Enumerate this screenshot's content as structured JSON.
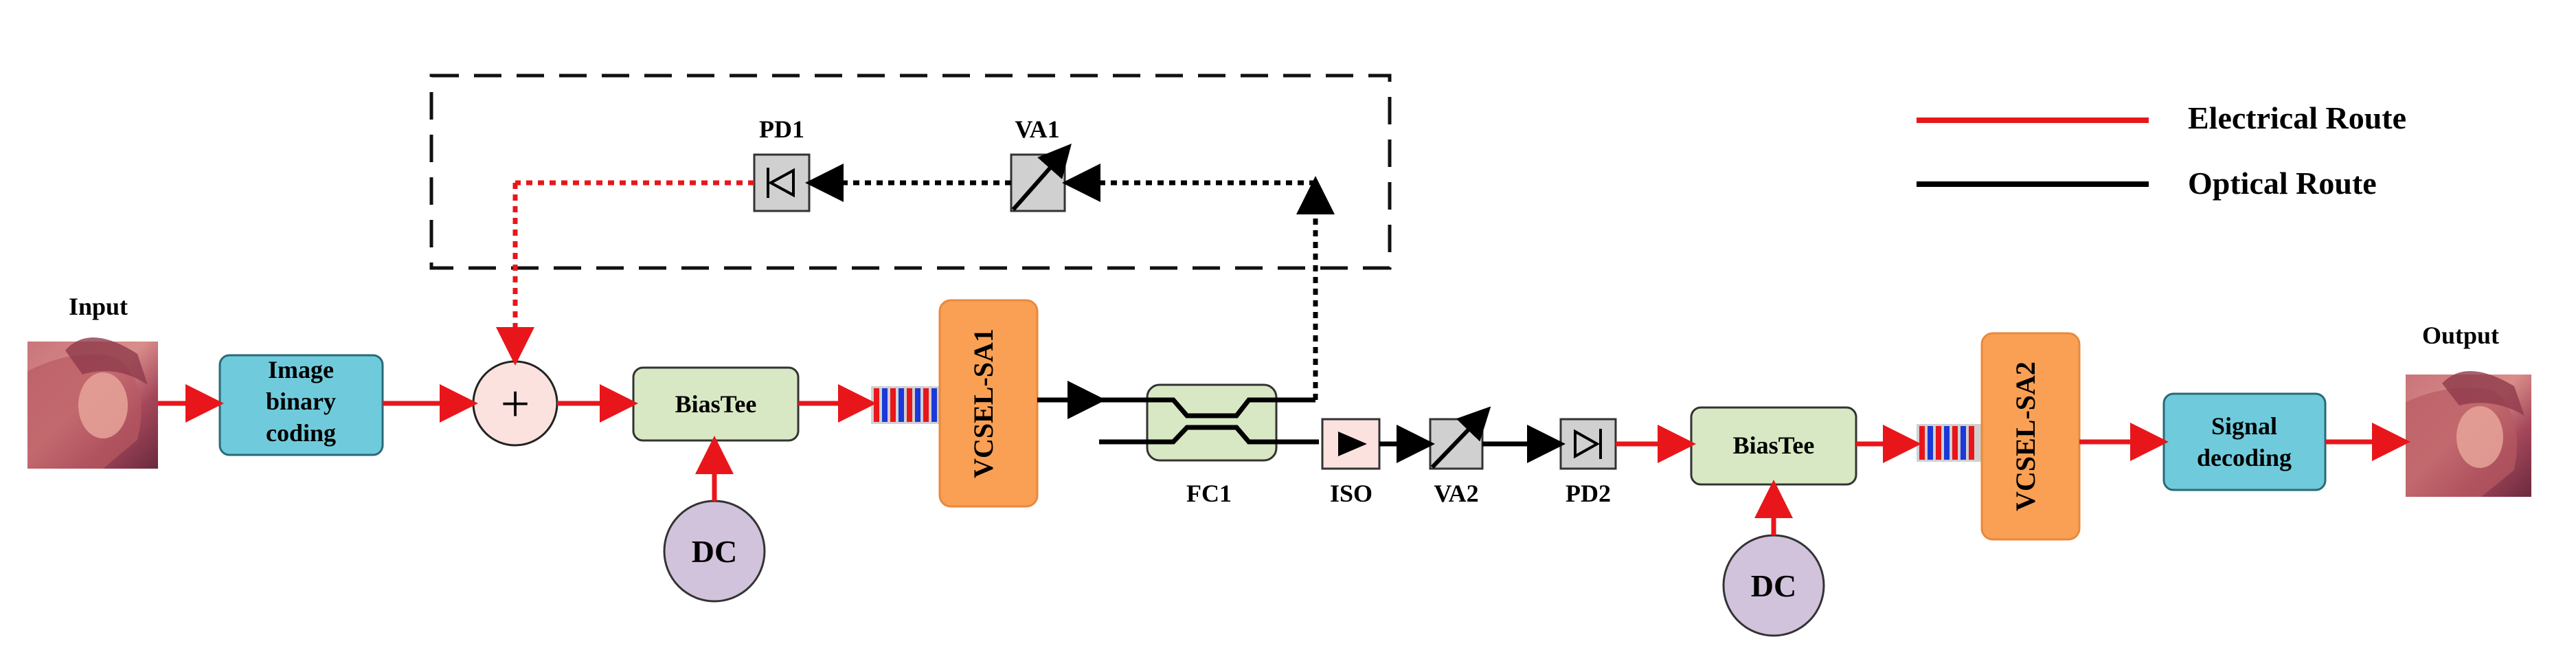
{
  "labels": {
    "input": "Input",
    "output": "Output",
    "pd1": "PD1",
    "va1": "VA1",
    "fc1": "FC1",
    "iso": "ISO",
    "va2": "VA2",
    "pd2": "PD2"
  },
  "blocks": {
    "image_coding": [
      "Image",
      "binary",
      "coding"
    ],
    "biastee1": "BiasTee",
    "dc1": "DC",
    "vcsel1": "VCSEL-SA1",
    "biastee2": "BiasTee",
    "dc2": "DC",
    "vcsel2": "VCSEL-SA2",
    "signal_decoding": [
      "Signal",
      "decoding"
    ],
    "summing_symbol": "+"
  },
  "legend": {
    "electrical": "Electrical Route",
    "optical": "Optical Route"
  },
  "colors": {
    "electrical": "#e8161b",
    "optical": "#000000",
    "cyan_block": "#6fcbdc",
    "green_block": "#d8e8c4",
    "orange_block": "#f9a055",
    "dc_circle": "#d2c3dc",
    "sum_circle": "#fbe2df",
    "gray_component": "#d0d0d0"
  }
}
